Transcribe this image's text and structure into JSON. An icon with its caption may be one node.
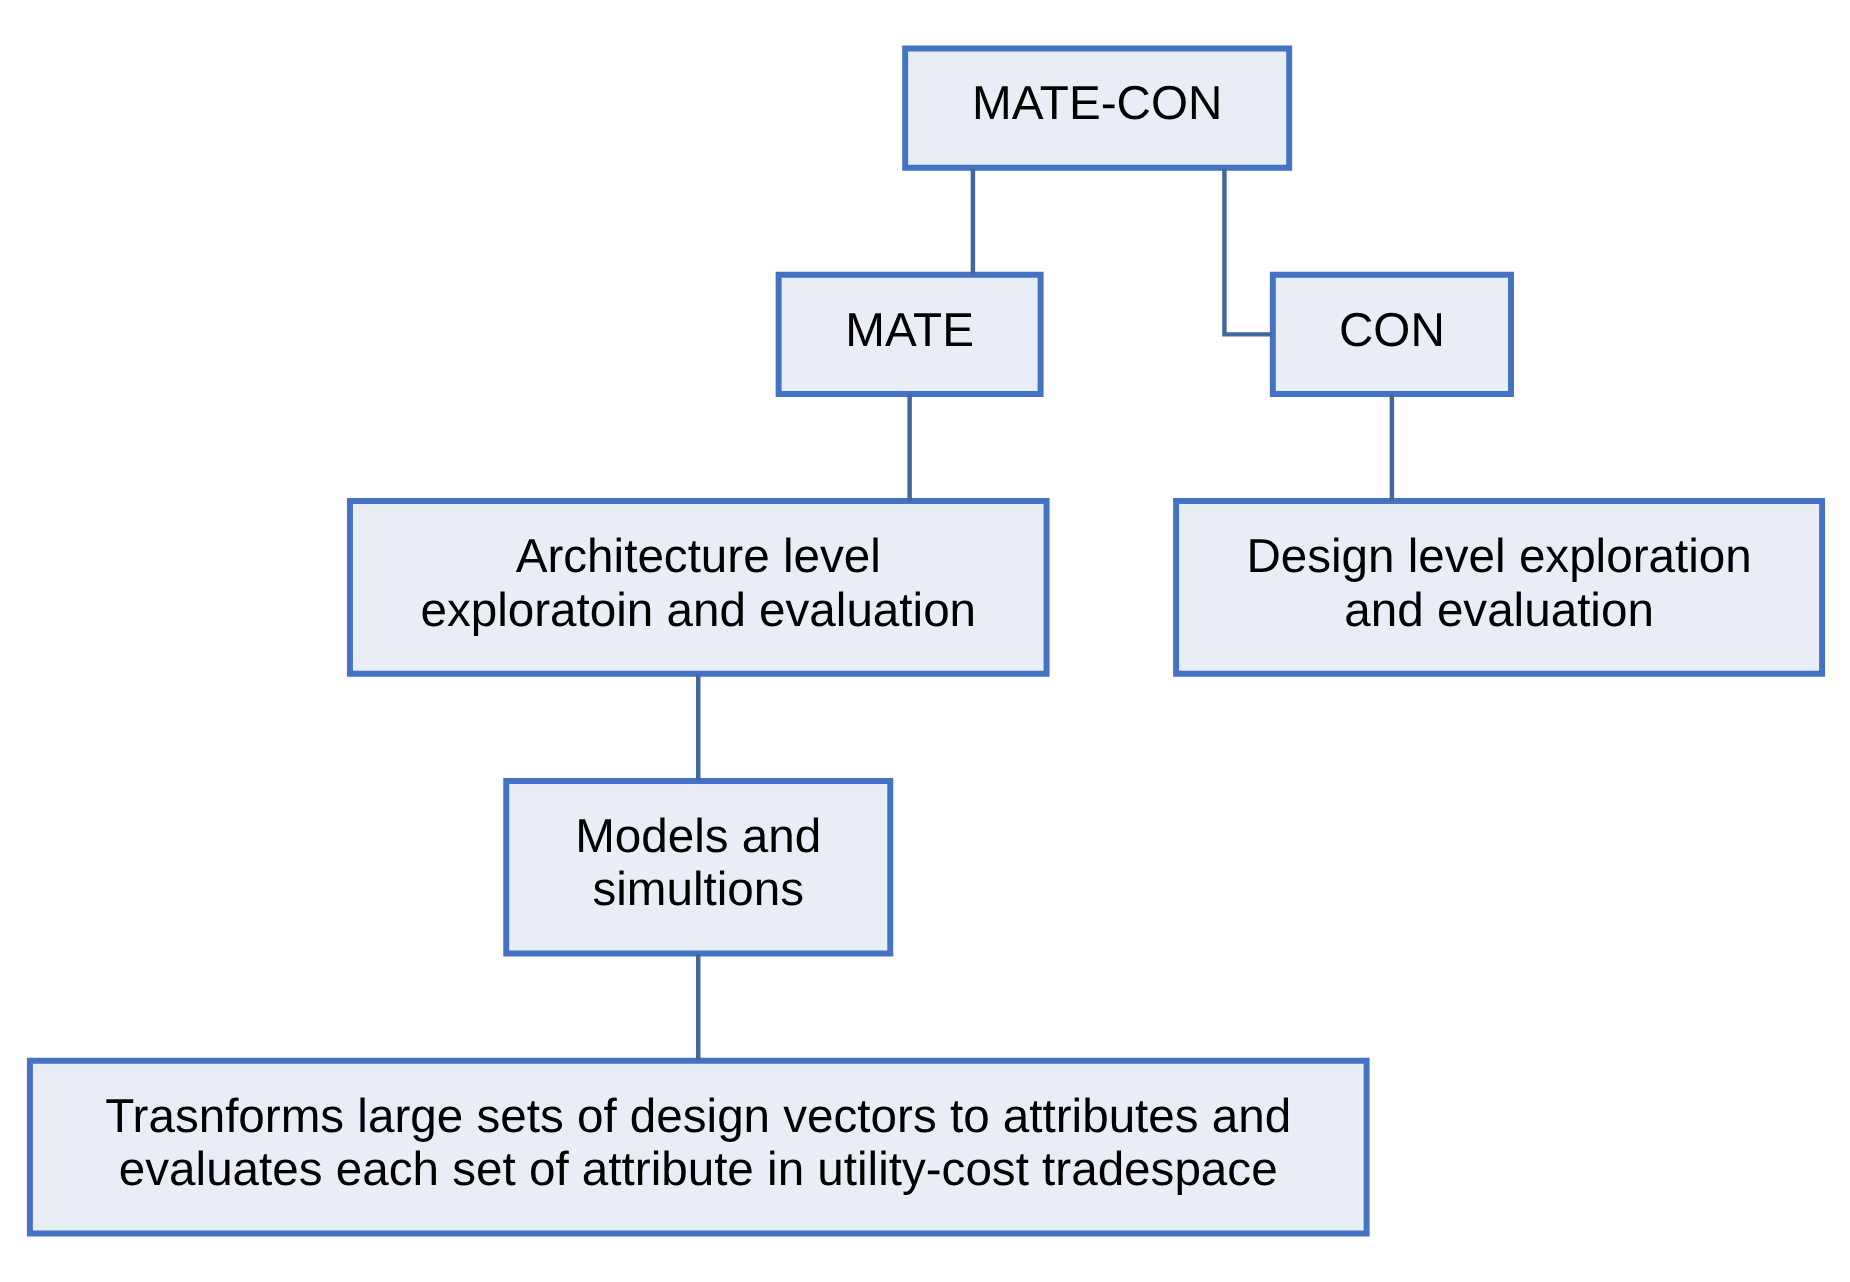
{
  "diagram": {
    "nodes": [
      {
        "text": [
          "MATE-CON"
        ]
      },
      {
        "text": [
          "MATE"
        ]
      },
      {
        "text": [
          "CON"
        ]
      },
      {
        "text": [
          "Architecture level exploratoin and evaluation"
        ]
      },
      {
        "text": [
          "Design level exploration and evaluation"
        ]
      },
      {
        "text": [
          "Models and simultions"
        ]
      },
      {
        "text": [
          "Trasnforms large sets of design vectors to attributes and evaluates each set of attribute in utility-cost tradespace"
        ]
      }
    ],
    "edges": [
      {
        "from": 0,
        "to": 1,
        "arrow": "none"
      },
      {
        "from": 0,
        "to": 2,
        "arrow": "none"
      },
      {
        "from": 1,
        "to": 3,
        "arrow": "none"
      },
      {
        "from": 2,
        "to": 4,
        "arrow": "none"
      },
      {
        "from": 3,
        "to": 5,
        "arrow": "none"
      },
      {
        "from": 5,
        "to": 6,
        "arrow": "none"
      }
    ]
  }
}
